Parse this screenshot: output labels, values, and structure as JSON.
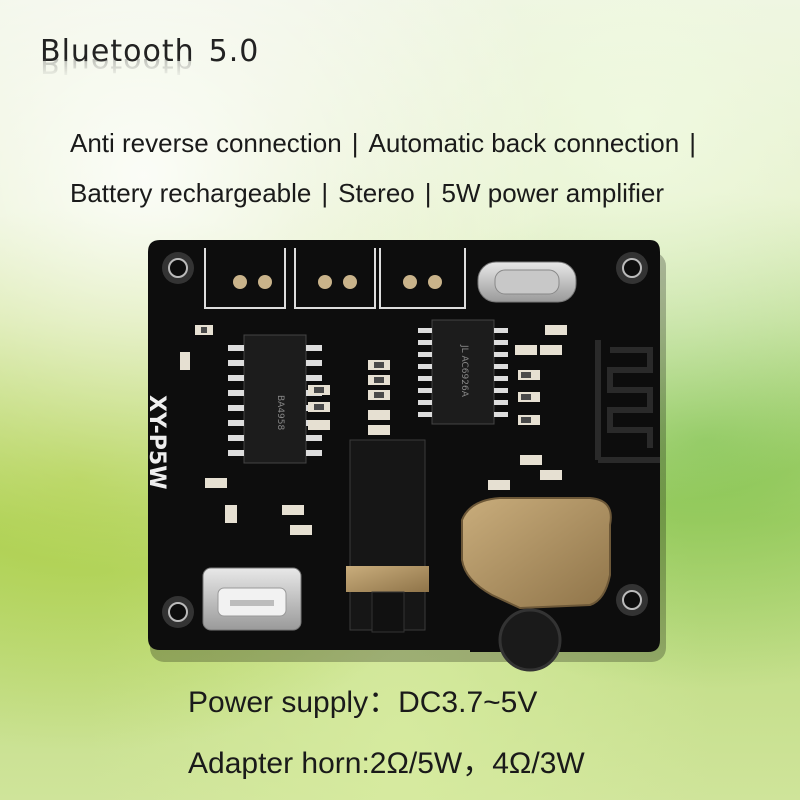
{
  "title": {
    "main": "Bluetooth",
    "version": "5.0"
  },
  "features": {
    "line1": [
      "Anti reverse connection",
      "Automatic back connection"
    ],
    "line2": [
      "Battery rechargeable",
      "Stereo",
      "5W power amplifier"
    ],
    "separator": "|"
  },
  "board": {
    "silkscreen_label": "XY-P5W",
    "chip1_text": "BA4958",
    "chip2_text": "JL AC6926A"
  },
  "specs": {
    "power_supply_label": "Power supply：",
    "power_supply_value": "DC3.7~5V",
    "adapter_label": "Adapter horn:",
    "adapter_value": "2Ω/5W，4Ω/3W"
  },
  "colors": {
    "pcb": "#0d0d0d",
    "text": "#1a1a1a",
    "gold": "#b89a6a"
  }
}
